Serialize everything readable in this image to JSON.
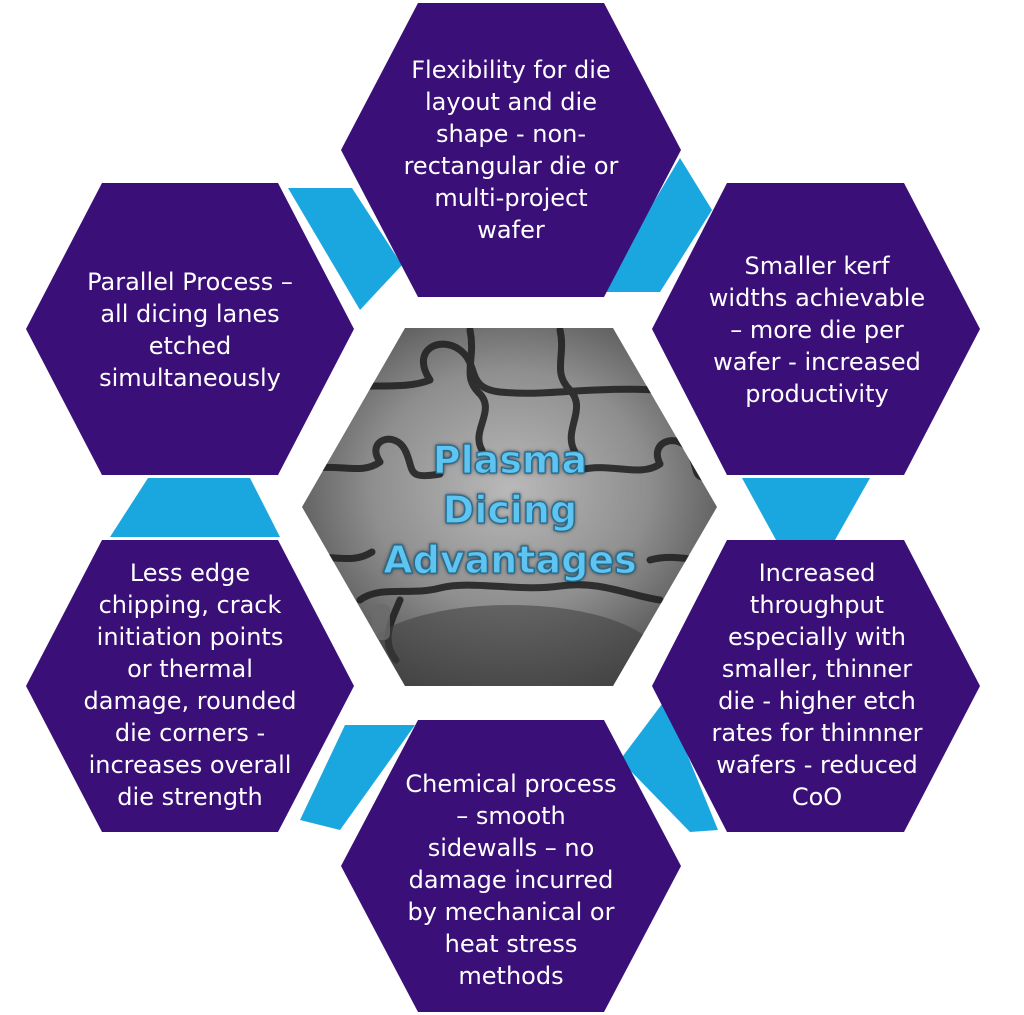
{
  "colors": {
    "hexagon_fill": "#3a0f78",
    "connector_fill": "#1aa7df",
    "center_title": "#5fc4ef",
    "text": "#ffffff"
  },
  "center": {
    "title": "Plasma\nDicing\nAdvantages",
    "background": "puzzle-pieces-image"
  },
  "advantages": {
    "top": "Flexibility for die\nlayout and die\nshape - non-\nrectangular die or\nmulti-project\nwafer",
    "upper_right": "Smaller kerf\nwidths achievable\n– more die per\nwafer - increased\nproductivity",
    "lower_right": "Increased\nthroughput\nespecially with\nsmaller, thinner\ndie - higher etch\nrates for thinnner\nwafers - reduced\nCoO",
    "bottom": "Chemical process\n– smooth\nsidewalls – no\ndamage incurred\nby mechanical or\nheat stress\nmethods",
    "lower_left": "Less edge\nchipping, crack\ninitiation points\nor thermal\ndamage, rounded\ndie corners -\nincreases overall\ndie strength",
    "upper_left": "Parallel Process –\nall dicing lanes\netched\nsimultaneously"
  }
}
